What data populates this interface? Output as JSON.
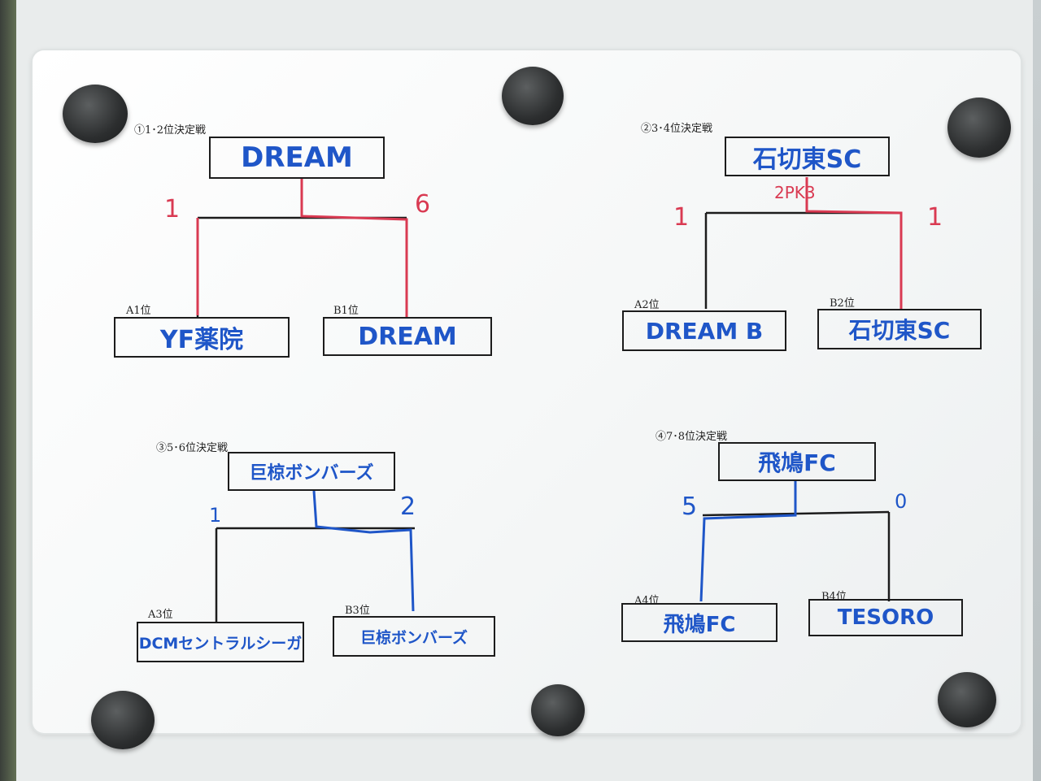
{
  "brackets": [
    {
      "title": "①1･2位決定戦",
      "winner": "DREAM",
      "left": {
        "seed": "A1位",
        "team": "YF薬院",
        "score": "1"
      },
      "right": {
        "seed": "B1位",
        "team": "DREAM",
        "score": "6"
      },
      "note": ""
    },
    {
      "title": "②3･4位決定戦",
      "winner": "石切東SC",
      "left": {
        "seed": "A2位",
        "team": "DREAM B",
        "score": "1"
      },
      "right": {
        "seed": "B2位",
        "team": "石切東SC",
        "score": "1"
      },
      "note": "2PK3"
    },
    {
      "title": "③5･6位決定戦",
      "winner": "巨椋ボンバーズ",
      "left": {
        "seed": "A3位",
        "team": "DCMセントラルシーガ",
        "score": "1"
      },
      "right": {
        "seed": "B3位",
        "team": "巨椋ボンバーズ",
        "score": "2"
      },
      "note": ""
    },
    {
      "title": "④7･8位決定戦",
      "winner": "飛鳩FC",
      "left": {
        "seed": "A4位",
        "team": "飛鳩FC",
        "score": "5"
      },
      "right": {
        "seed": "B4位",
        "team": "TESORO",
        "score": "0"
      },
      "note": ""
    }
  ],
  "colors": {
    "marker_red": "#d93a52",
    "marker_blue": "#1f56c8",
    "print_black": "#1c1c1c"
  }
}
